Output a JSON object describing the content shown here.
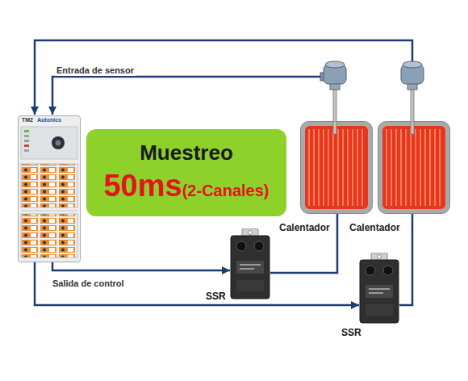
{
  "diagram": {
    "nodes": [
      {
        "text": [
          "TM2",
          "Autonics"
        ]
      },
      {
        "text": [
          "Muestreo",
          "50ms",
          "(2-Canales)"
        ]
      },
      {
        "text": [
          "Calentador"
        ]
      },
      {
        "text": [
          "Calentador"
        ]
      },
      {
        "text": [
          "SSR"
        ]
      },
      {
        "text": [
          "SSR"
        ]
      }
    ],
    "edges": [
      {
        "from": 0,
        "to": 4,
        "arrow": "to",
        "label": "Salida de control"
      },
      {
        "from": 0,
        "to": 5,
        "arrow": "to"
      },
      {
        "from": 4,
        "to": 2,
        "arrow": "none"
      },
      {
        "from": 5,
        "to": 3,
        "arrow": "none"
      }
    ],
    "labels": [
      "Entrada de sensor"
    ]
  }
}
